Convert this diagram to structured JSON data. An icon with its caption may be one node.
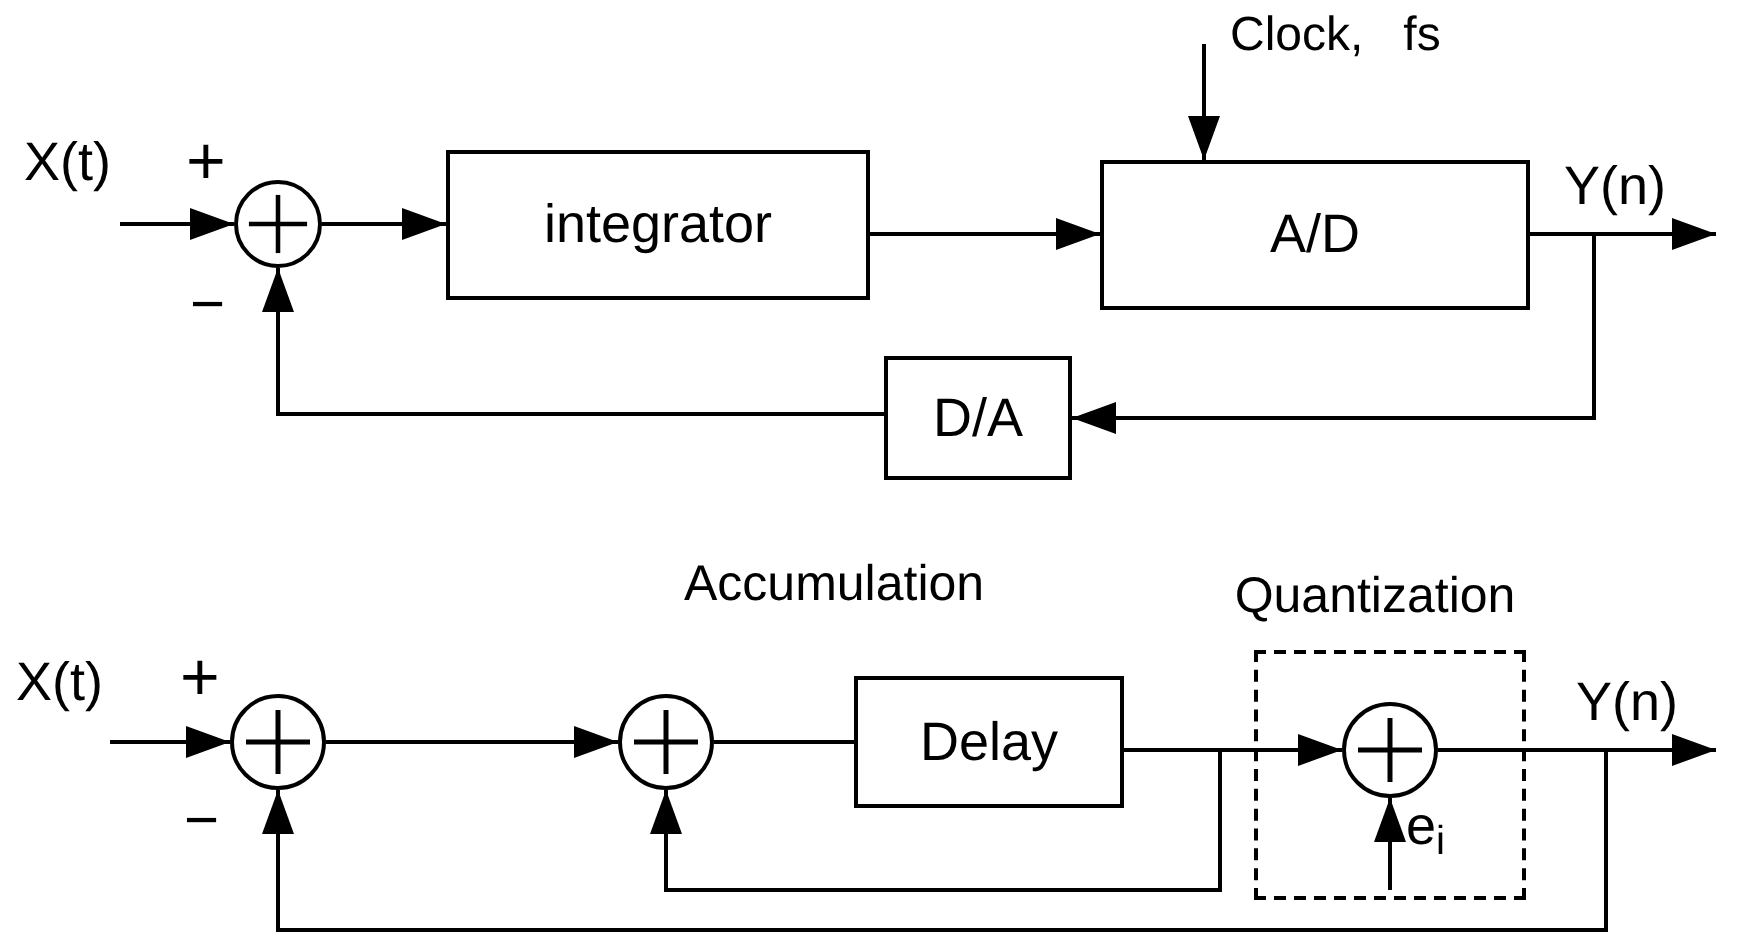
{
  "diagram": {
    "nodes": [
      {
        "text": [],
        "shape": "circle"
      },
      {
        "text": [
          "integrator"
        ]
      },
      {
        "text": [
          "A/D"
        ]
      },
      {
        "text": [
          "D/A"
        ]
      },
      {
        "text": [],
        "shape": "circle"
      },
      {
        "text": [],
        "shape": "circle"
      },
      {
        "text": [
          "Delay"
        ]
      },
      {
        "text": [
          "Quantization"
        ]
      },
      {
        "text": [],
        "shape": "circle",
        "in": 7
      }
    ],
    "edges": [
      {
        "from": null,
        "to": 0,
        "arrow": "to"
      },
      {
        "from": 0,
        "to": 1,
        "arrow": "to"
      },
      {
        "from": 1,
        "to": 2,
        "arrow": "to"
      },
      {
        "from": 2,
        "to": null,
        "arrow": "to"
      },
      {
        "from": 2,
        "to": 3,
        "arrow": "to"
      },
      {
        "from": 3,
        "to": 0,
        "arrow": "to"
      },
      {
        "from": null,
        "to": 2,
        "arrow": "to"
      },
      {
        "from": null,
        "to": 4,
        "arrow": "to"
      },
      {
        "from": 4,
        "to": 5,
        "arrow": "to"
      },
      {
        "from": 5,
        "to": 6,
        "arrow": "none"
      },
      {
        "from": 6,
        "to": 8,
        "arrow": "to"
      },
      {
        "from": 6,
        "to": 5,
        "arrow": "to"
      },
      {
        "from": 8,
        "to": null,
        "arrow": "to"
      },
      {
        "from": 8,
        "to": 4,
        "arrow": "to"
      },
      {
        "from": null,
        "to": 8,
        "arrow": "to"
      }
    ],
    "labels": [
      "X(t)",
      "+",
      "−",
      "Clock,   fs",
      "Y(n)",
      "Accumulation",
      "X(t)",
      "+",
      "−",
      "Y(n)",
      "e$_{i}$"
    ]
  }
}
